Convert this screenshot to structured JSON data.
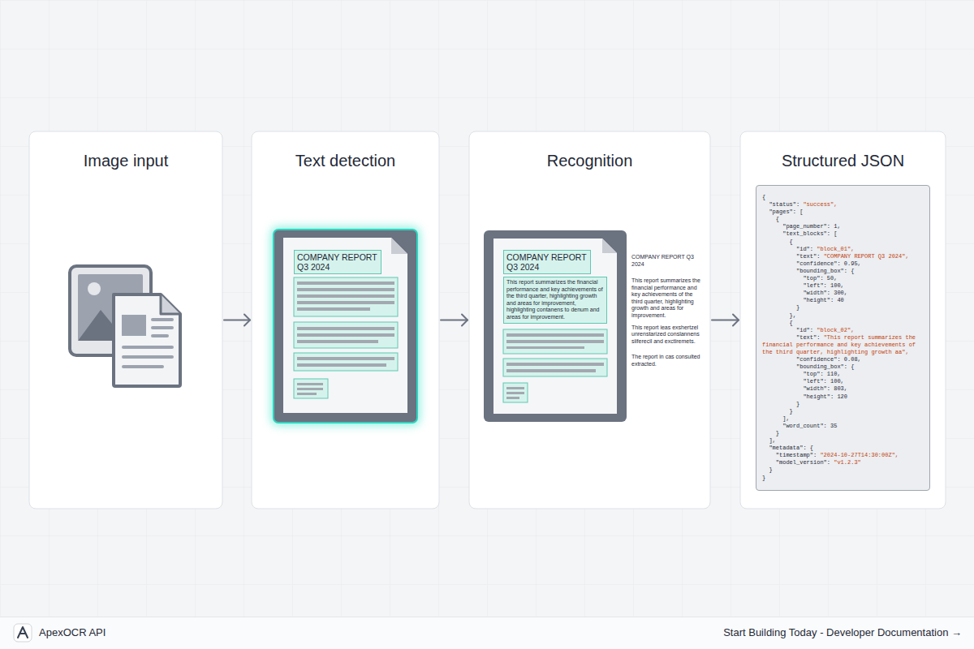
{
  "diagram": {
    "nodes": [
      {
        "text": [
          "Image input"
        ]
      },
      {
        "text": [
          "Text detection"
        ]
      },
      {
        "text": [
          "COMPANY REPORT Q3 2024"
        ],
        "in": 1
      },
      {
        "text": [
          "Recognition"
        ]
      },
      {
        "text": [
          "COMPANY REPORT Q3 2024"
        ],
        "in": 3
      },
      {
        "text": [
          "This report summarizes the financial performance and key achievements of the third quarter, highlighting growth and areas for improvement, highlighting contanens to denum and areas for improvement."
        ],
        "in": 3
      },
      {
        "text": [
          "Structured JSON"
        ]
      },
      {
        "text": [
          "{",
          "  \"status\": \"success\",",
          "  \"pages\": [",
          "    {",
          "      \"page_number\": 1,",
          "      \"text_blocks\": [",
          "        {",
          "          \"id\": \"block_01\",",
          "          \"text\": \"COMPANY REPORT Q3 2024\",",
          "          \"confidence\": 0.95,",
          "          \"bounding_box\": {",
          "            \"top\": 50,",
          "            \"left\": 100,",
          "            \"width\": 300,",
          "            \"height\": 40",
          "          }",
          "        },",
          "        {",
          "          \"id\": \"block_02\",",
          "          \"text\": \"This report summarizes the",
          "financial performance and key achievements of",
          "the third quarter, highlighting growth aa\",",
          "          \"confidence\": 0.08,",
          "          \"bounding_box\": {",
          "            \"top\": 110,",
          "            \"left\": 100,",
          "            \"width\": 803,",
          "            \"height\": 120",
          "          }",
          "        }",
          "      ],",
          "      \"word_count\": 35",
          "    }",
          "  ],",
          "  \"metadata\": {",
          "    \"timestamp\": \"2024-10-27T14:30:00Z\",",
          "    \"model_version\": \"v1.2.3\"",
          "  }",
          "}"
        ],
        "in": 6
      }
    ],
    "edges": [
      {
        "from": 0,
        "to": 1,
        "arrow": "to"
      },
      {
        "from": 1,
        "to": 3,
        "arrow": "to"
      },
      {
        "from": 3,
        "to": 6,
        "arrow": "to"
      }
    ],
    "labels": [
      "COMPANY REPORT Q3 2024",
      "This report summarizes the financial performance and key achievements of the third quarter, highlighting growth and areas for improvement.",
      "This report ieas exshertzel unrenstarized conslannens siiferecil and exctiremets.",
      "The report in cas consulted extracted.",
      "ApexOCR API",
      "Start Building Today - Developer Documentation →"
    ]
  }
}
